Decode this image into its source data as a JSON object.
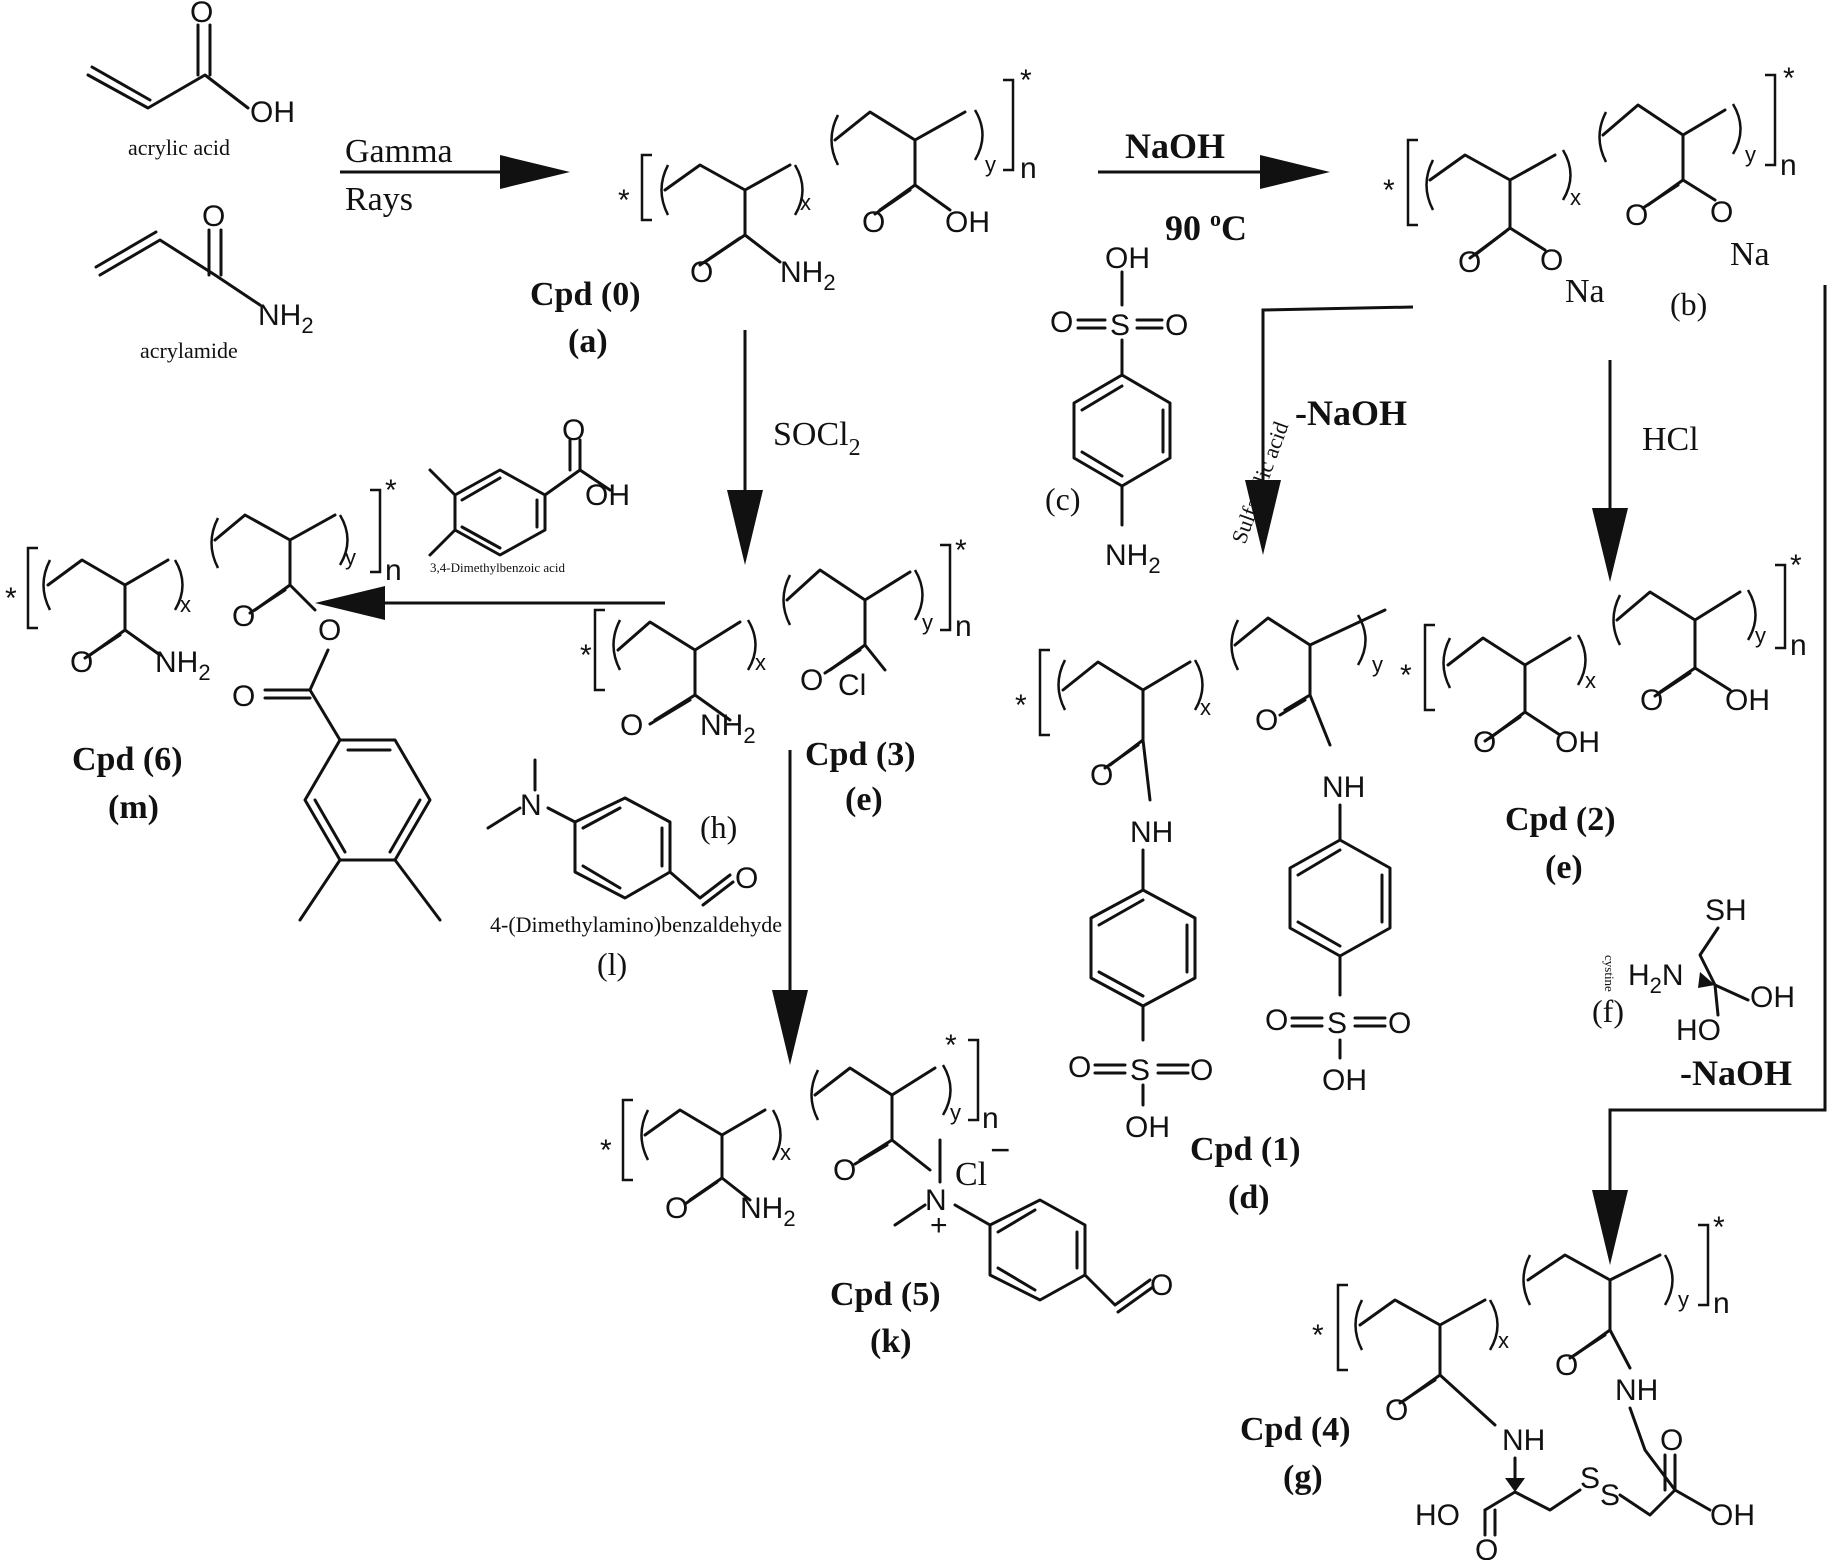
{
  "monomers": {
    "acrylic_acid_name": "acrylic acid",
    "acrylamide_name": "acrylamide"
  },
  "atoms": {
    "O": "O",
    "OH": "OH",
    "HO": "HO",
    "NH2": "NH",
    "sub2": "2",
    "NH": "NH",
    "H2N": "H",
    "Na": "Na",
    "Cl": "Cl",
    "S": "S",
    "SH": "SH",
    "N": "N",
    "star": "*",
    "x": "x",
    "y": "y",
    "n": "n",
    "chloride": "Cl",
    "minus": "−",
    "plus": "+"
  },
  "conditions": {
    "gamma_line1": "Gamma",
    "gamma_line2": "Rays",
    "naoh": "NaOH",
    "temp": "90 ",
    "temp_sup": "o",
    "temp_unit": "C",
    "minus_naoh_1": "-NaOH",
    "socl2": "SOCl",
    "socl2_sub": "2",
    "hcl": "HCl",
    "minus_naoh_2": "-NaOH"
  },
  "reagents": {
    "c_letter": "(c)",
    "c_name": "Sulfanilic acid",
    "h_letter": "(h)",
    "l_letter": "(l)",
    "l_name": "4-(Dimethylamino)benzaldehyde",
    "m_reagent_name": "3,4-Dimethylbenzoic acid",
    "f_letter": "(f)",
    "f_name": "cystine",
    "b_letter": "(b)"
  },
  "compounds": {
    "cpd0": {
      "label": "Cpd (0)",
      "letter": "(a)"
    },
    "cpd1": {
      "label": "Cpd (1)",
      "letter": "(d)"
    },
    "cpd2": {
      "label": "Cpd (2)",
      "letter": "(e)"
    },
    "cpd3": {
      "label": "Cpd (3)",
      "letter": "(e)"
    },
    "cpd4": {
      "label": "Cpd (4)",
      "letter": "(g)"
    },
    "cpd5": {
      "label": "Cpd (5)",
      "letter": "(k)"
    },
    "cpd6": {
      "label": "Cpd (6)",
      "letter": "(m)"
    }
  }
}
